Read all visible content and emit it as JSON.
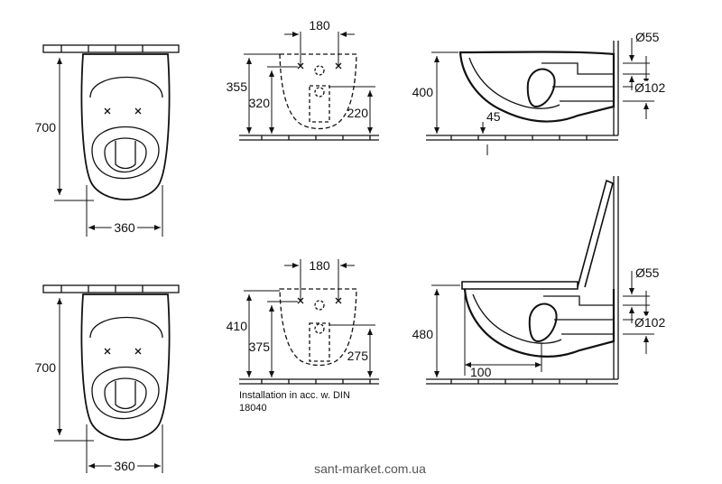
{
  "colors": {
    "line": "#111111",
    "background": "#ffffff",
    "watermark": "#555555"
  },
  "top_row": {
    "front": {
      "height": "700",
      "width": "360"
    },
    "rear": {
      "fixing_spacing": "180",
      "height_a": "355",
      "height_b": "320",
      "height_c": "220"
    },
    "side": {
      "rim_height": "400",
      "angle": "45",
      "diameter_a": "Ø55",
      "diameter_b": "Ø102"
    }
  },
  "bottom_row": {
    "front": {
      "height": "700",
      "width": "360"
    },
    "rear": {
      "fixing_spacing": "180",
      "height_a": "410",
      "height_b": "375",
      "height_c": "275",
      "note_line1": "Installation in acc. w. DIN",
      "note_line2": "18040"
    },
    "side": {
      "rim_height": "480",
      "offset": "100",
      "diameter_a": "Ø55",
      "diameter_b": "Ø102"
    }
  },
  "watermark": "sant-market.com.ua"
}
